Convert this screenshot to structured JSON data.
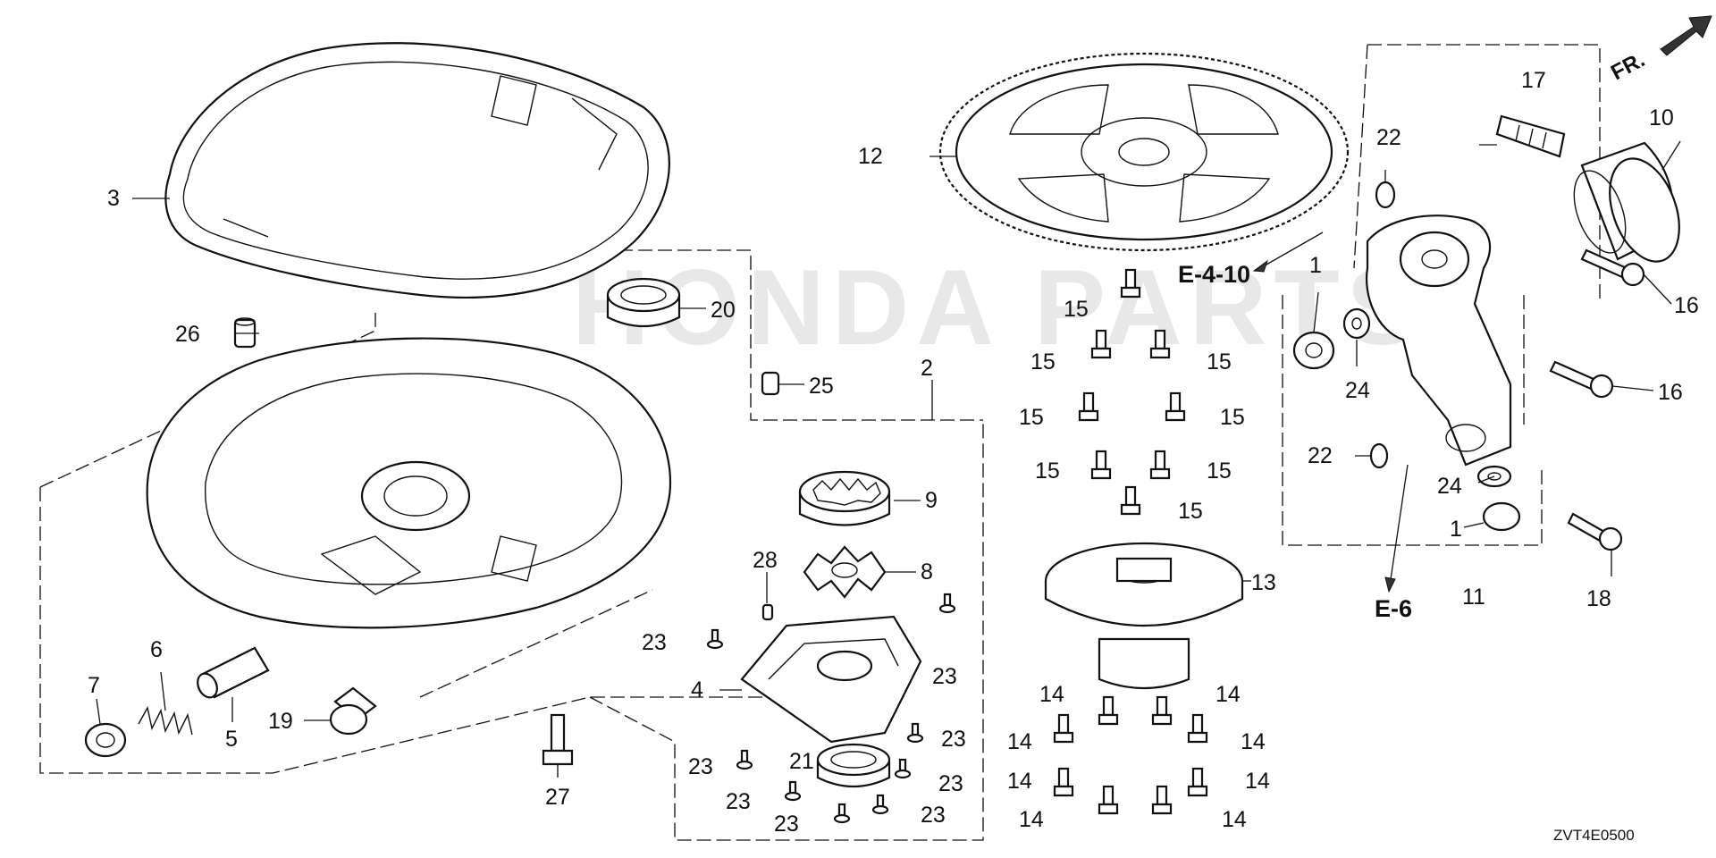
{
  "callouts": {
    "p1a": "1",
    "p1b": "1",
    "p2": "2",
    "p3": "3",
    "p4": "4",
    "p5": "5",
    "p6": "6",
    "p7": "7",
    "p8": "8",
    "p9": "9",
    "p10": "10",
    "p11": "11",
    "p12": "12",
    "p13": "13",
    "p14": "14",
    "p15": "15",
    "p16": "16",
    "p17": "17",
    "p18": "18",
    "p19": "19",
    "p20": "20",
    "p21": "21",
    "p22": "22",
    "p23": "23",
    "p24": "24",
    "p25": "25",
    "p26": "26",
    "p27": "27",
    "p28": "28"
  },
  "references": {
    "ref_e410": "E-4-10",
    "ref_e6": "E-6"
  },
  "front_indicator": "FR.",
  "diagram_code": "ZVT4E0500",
  "watermark": "HONDA PARTS"
}
